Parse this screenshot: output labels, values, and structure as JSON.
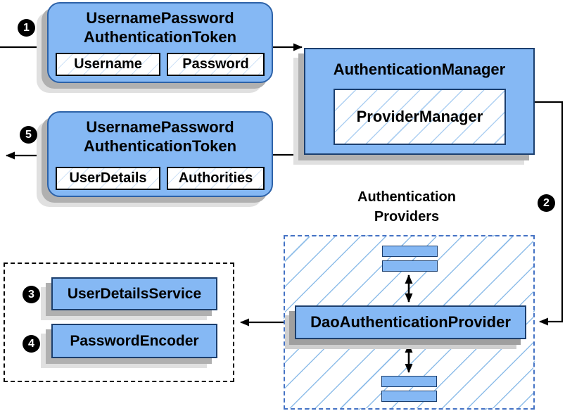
{
  "colors": {
    "node_fill": "#85b8f4",
    "node_border": "#1c3f6e",
    "rounded_border": "#2d62a8",
    "hatch_line": "#8ebde9",
    "providers_dashed_border": "#4472c4",
    "collaborators_dashed_border": "#000000",
    "wire": "#000000",
    "shadow": "#b0b0b0"
  },
  "badges": {
    "step1": "1",
    "step2": "2",
    "step3": "3",
    "step4": "4",
    "step5": "5"
  },
  "nodes": {
    "request_token": {
      "title_line1": "UsernamePassword",
      "title_line2": "AuthenticationToken",
      "field_username": "Username",
      "field_password": "Password"
    },
    "authentication_manager": {
      "title": "AuthenticationManager",
      "provider_manager": "ProviderManager"
    },
    "result_token": {
      "title_line1": "UsernamePassword",
      "title_line2": "AuthenticationToken",
      "field_userdetails": "UserDetails",
      "field_authorities": "Authorities"
    },
    "authentication_providers": {
      "label_line1": "Authentication",
      "label_line2": "Providers",
      "dao_provider": "DaoAuthenticationProvider"
    },
    "collaborators": {
      "user_details_service": "UserDetailsService",
      "password_encoder": "PasswordEncoder"
    }
  }
}
